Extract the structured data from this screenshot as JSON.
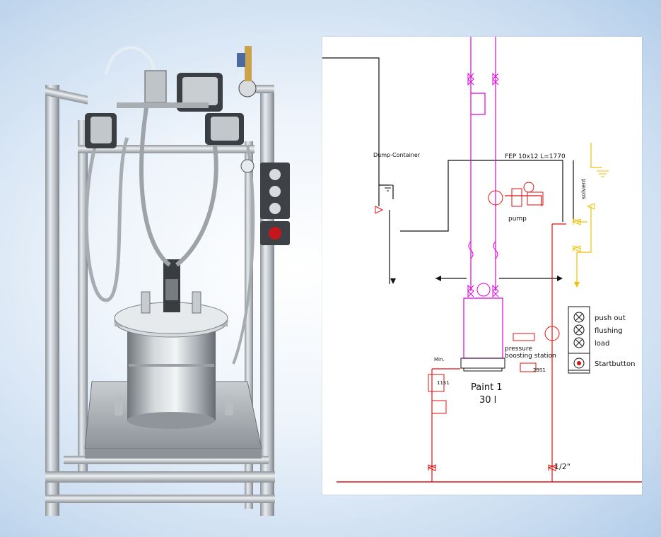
{
  "colors": {
    "paint_line": "#e000e0",
    "air_line": "#e01010",
    "solvent_line": "#f0c000",
    "black_line": "#111111",
    "background_edge": "#b3cde9"
  },
  "photo": {
    "icon": "paint-pressure-station-photo"
  },
  "schematic": {
    "dump_container_label": "Dump-Container",
    "hose_label": "FEP 10x12  L=1770",
    "solvent_label": "solvent",
    "pump_label": "pump",
    "station_label_line1": "pressure",
    "station_label_line2": "boosting station",
    "min_label": "Min.",
    "sensor_11s1": "11S1",
    "sensor_29s1": "29S1",
    "tank_label_line1": "Paint 1",
    "tank_label_line2": "30 l",
    "pipe_size": "1/2\"",
    "legend": {
      "push_out": "push out",
      "flushing": "flushing",
      "load": "load",
      "startbutton": "Startbutton"
    }
  }
}
